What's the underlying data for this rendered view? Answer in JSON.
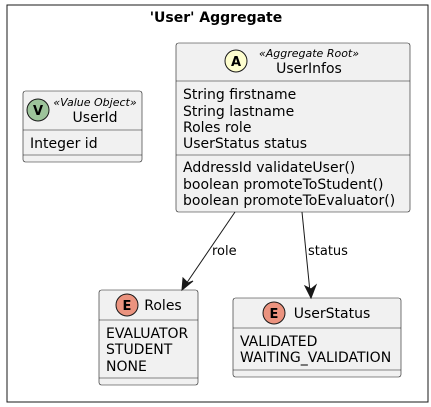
{
  "diagram": {
    "package": {
      "title": "'User' Aggregate"
    },
    "classes": {
      "user_infos": {
        "stereotype": "«Aggregate Root»",
        "badge": "A",
        "badge_color": "#FEFECE",
        "name": "UserInfos",
        "attributes": [
          "String firstname",
          "String lastname",
          "Roles role",
          "UserStatus status"
        ],
        "methods": [
          "AddressId validateUser()",
          "boolean promoteToStudent()",
          "boolean promoteToEvaluator()"
        ]
      },
      "user_id": {
        "stereotype": "«Value Object»",
        "badge": "V",
        "badge_color": "#9DC49B",
        "name": "UserId",
        "attributes": [
          "Integer id"
        ],
        "methods": []
      },
      "roles": {
        "badge": "E",
        "badge_color": "#EB937F",
        "name": "Roles",
        "attributes": [
          "EVALUATOR",
          "STUDENT",
          "NONE"
        ],
        "methods": []
      },
      "user_status": {
        "badge": "E",
        "badge_color": "#EB937F",
        "name": "UserStatus",
        "attributes": [
          "VALIDATED",
          "WAITING_VALIDATION"
        ],
        "methods": []
      }
    },
    "relations": {
      "role": {
        "label": "role"
      },
      "status": {
        "label": "status"
      }
    }
  }
}
